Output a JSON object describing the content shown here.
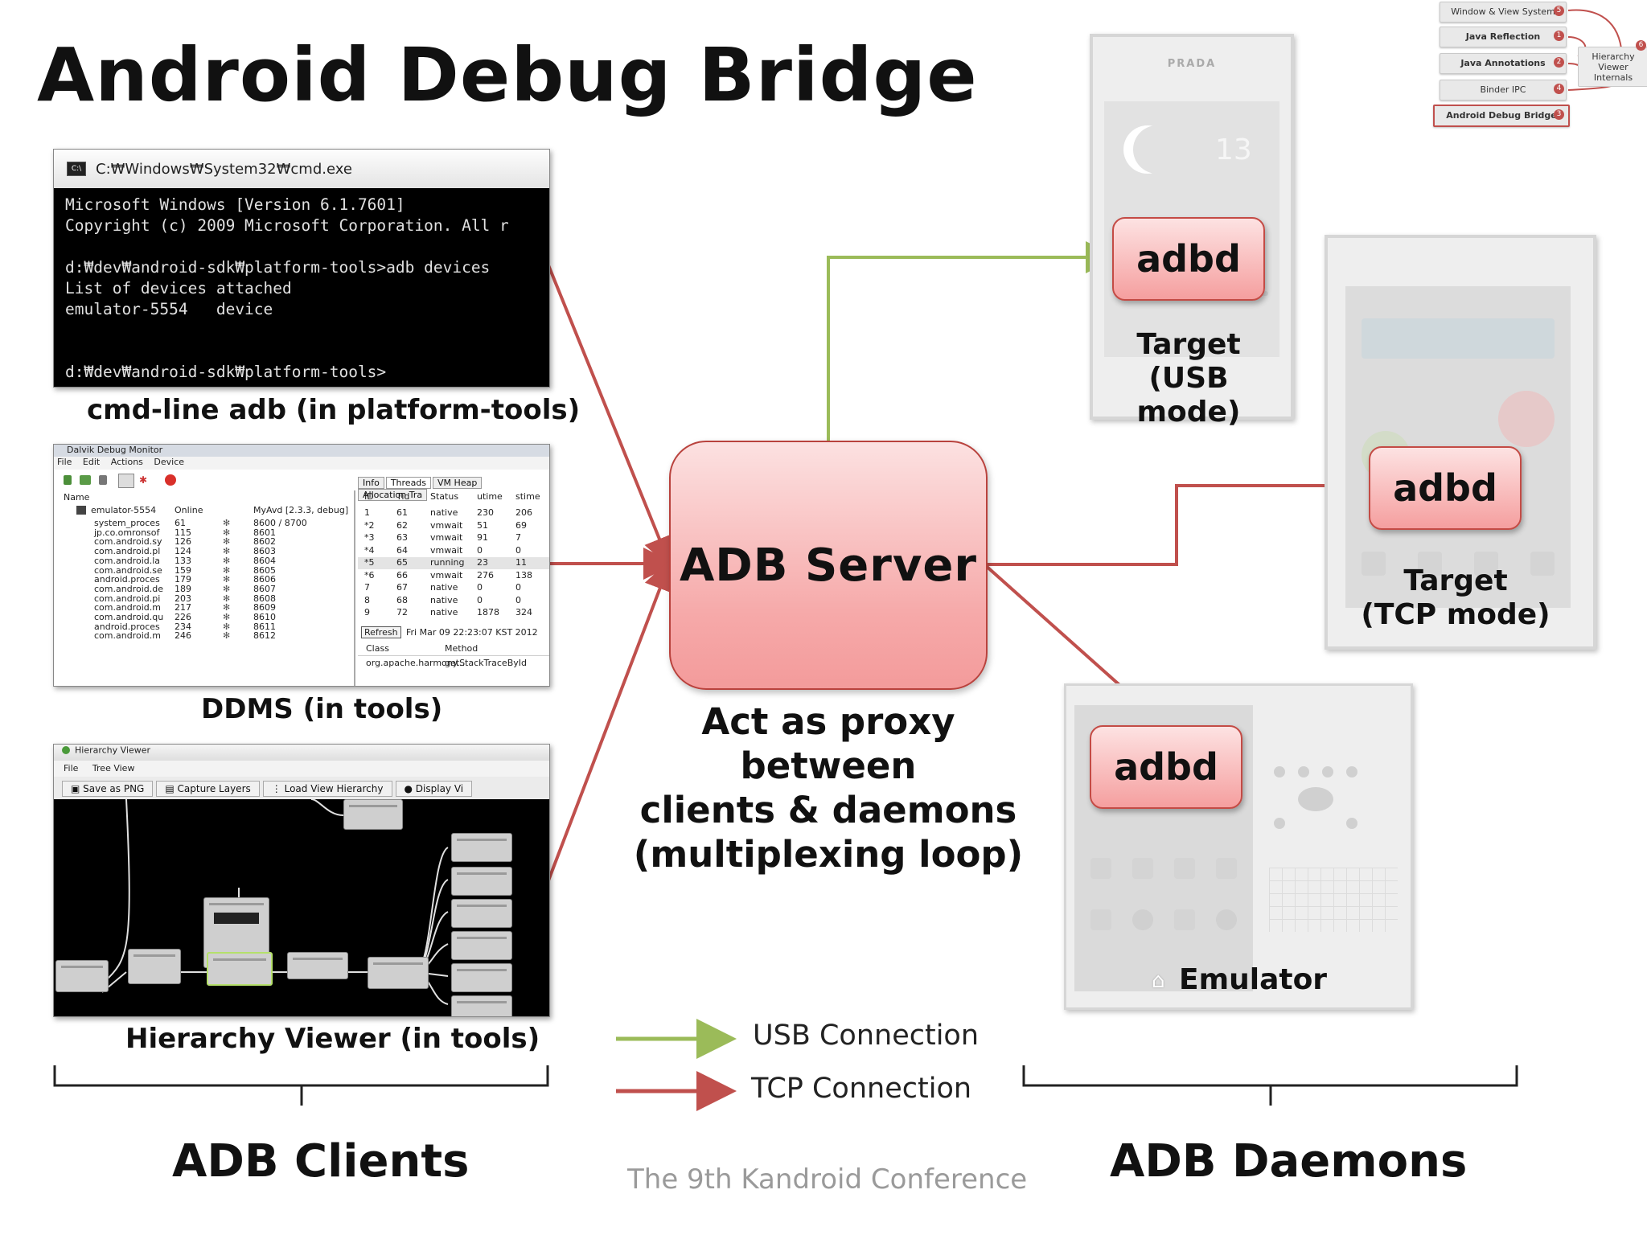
{
  "title": "Android Debug Bridge",
  "nav": {
    "items": [
      {
        "label": "Window & View System",
        "num": "5",
        "style": "plain"
      },
      {
        "label": "Java Reflection",
        "num": "1",
        "style": "bold"
      },
      {
        "label": "Java Annotations",
        "num": "2",
        "style": "bold"
      },
      {
        "label": "Binder IPC",
        "num": "4",
        "style": "plain"
      },
      {
        "label": "Android Debug Bridge",
        "num": "3",
        "style": "active"
      }
    ],
    "hub": "Hierarchy\nViewer\nInternals",
    "hub_num": "6"
  },
  "clients": {
    "cmd": {
      "window_title": "C:₩Windows₩System32₩cmd.exe",
      "lines": [
        "Microsoft Windows [Version 6.1.7601]",
        "Copyright (c) 2009 Microsoft Corporation. All r",
        "",
        "d:₩dev₩android-sdk₩platform-tools>adb devices",
        "List of devices attached",
        "emulator-5554   device",
        "",
        "",
        "d:₩dev₩android-sdk₩platform-tools>"
      ],
      "caption": "cmd-line adb (in platform-tools)"
    },
    "ddms": {
      "window_title": "Dalvik Debug Monitor",
      "menu": [
        "File",
        "Edit",
        "Actions",
        "Device"
      ],
      "name_header": "Name",
      "device": {
        "name": "emulator-5554",
        "status": "Online",
        "avd": "MyAvd [2.3.3, debug]"
      },
      "processes": [
        [
          "system_proces",
          "61",
          "8600 / 8700"
        ],
        [
          "jp.co.omronsof",
          "115",
          "8601"
        ],
        [
          "com.android.sy",
          "126",
          "8602"
        ],
        [
          "com.android.pl",
          "124",
          "8603"
        ],
        [
          "com.android.la",
          "133",
          "8604"
        ],
        [
          "com.android.se",
          "159",
          "8605"
        ],
        [
          "android.proces",
          "179",
          "8606"
        ],
        [
          "com.android.de",
          "189",
          "8607"
        ],
        [
          "com.android.pi",
          "203",
          "8608"
        ],
        [
          "com.android.m",
          "217",
          "8609"
        ],
        [
          "com.android.qu",
          "226",
          "8610"
        ],
        [
          "android.proces",
          "234",
          "8611"
        ],
        [
          "com.android.m",
          "246",
          "8612"
        ]
      ],
      "tabs": [
        "Info",
        "Threads",
        "VM Heap",
        "Allocation Tra"
      ],
      "thread_headers": [
        "ID",
        "Tid",
        "Status",
        "utime",
        "stime"
      ],
      "threads": [
        [
          "1",
          "61",
          "native",
          "230",
          "206"
        ],
        [
          "*2",
          "62",
          "vmwait",
          "51",
          "69"
        ],
        [
          "*3",
          "63",
          "vmwait",
          "91",
          "7"
        ],
        [
          "*4",
          "64",
          "vmwait",
          "0",
          "0"
        ],
        [
          "*5",
          "65",
          "running",
          "23",
          "11"
        ],
        [
          "*6",
          "66",
          "vmwait",
          "276",
          "138"
        ],
        [
          "7",
          "67",
          "native",
          "0",
          "0"
        ],
        [
          "8",
          "68",
          "native",
          "0",
          "0"
        ],
        [
          "9",
          "72",
          "native",
          "1878",
          "324"
        ]
      ],
      "refresh": "Refresh",
      "timestamp": "Fri Mar 09 22:23:07 KST 2012",
      "class_header": "Class",
      "method_header": "Method",
      "class_row": [
        "org.apache.harmony...",
        "getStackTraceById"
      ],
      "caption": "DDMS (in tools)"
    },
    "hv": {
      "window_title": "Hierarchy Viewer",
      "menu": [
        "File",
        "Tree View"
      ],
      "buttons": [
        "Save as PNG",
        "Capture Layers",
        "Load View Hierarchy",
        "Display Vi"
      ],
      "caption": "Hierarchy Viewer (in tools)"
    },
    "group_label": "ADB Clients"
  },
  "server": {
    "label": "ADB Server",
    "description": "Act as proxy between\nclients  & daemons\n(multiplexing loop)"
  },
  "daemons": {
    "usb": {
      "adbd": "adbd",
      "label": "Target\n(USB mode)",
      "brand": "PRADA",
      "time": "13"
    },
    "tcp": {
      "adbd": "adbd",
      "label": "Target\n(TCP mode)"
    },
    "emu": {
      "adbd": "adbd",
      "label": "Emulator"
    },
    "group_label": "ADB Daemons"
  },
  "legend": {
    "usb": "USB Connection",
    "tcp": "TCP Connection",
    "usb_color": "#9bbb59",
    "tcp_color": "#c0504d"
  },
  "footer": "The 9th Kandroid Conference"
}
